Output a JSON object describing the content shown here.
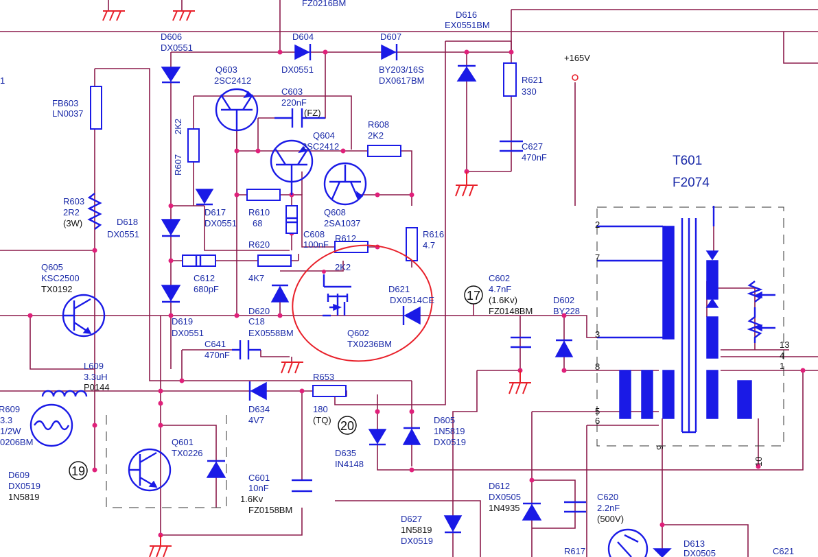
{
  "components": {
    "fz0216bm": "FZ0216BM",
    "d616": {
      "ref": "D616",
      "part": "EX0551BM"
    },
    "d606": {
      "ref": "D606",
      "part": "DX0551"
    },
    "d604": {
      "ref": "D604",
      "part": "DX0551"
    },
    "d607": {
      "ref": "D607",
      "value": "BY203/16S",
      "part": "DX0617BM"
    },
    "supply": "+165V",
    "q603": {
      "ref": "Q603",
      "part": "2SC2412"
    },
    "c603": {
      "ref": "C603",
      "value": "220nF",
      "note": "(FZ)"
    },
    "r621": {
      "ref": "R621",
      "value": "330"
    },
    "fb603": {
      "ref": "FB603",
      "part": "LN0037"
    },
    "q604": {
      "ref": "Q604",
      "part": "2SC2412"
    },
    "r608": {
      "ref": "R608",
      "value": "2K2"
    },
    "c627": {
      "ref": "C627",
      "value": "470nF"
    },
    "t601": {
      "ref": "T601",
      "part": "F2074"
    },
    "r607": {
      "ref": "R607",
      "value": "2K2"
    },
    "r603": {
      "ref": "R603",
      "value": "2R2",
      "note": "(3W)"
    },
    "d617": {
      "ref": "D617",
      "part": "DX0551"
    },
    "r610": {
      "ref": "R610",
      "value": "68"
    },
    "q608": {
      "ref": "Q608",
      "part": "2SA1037"
    },
    "d618": {
      "ref": "D618",
      "part": "DX0551"
    },
    "r616": {
      "ref": "R616",
      "value": "4.7"
    },
    "c608": {
      "ref": "C608",
      "value": "100nF"
    },
    "r620": {
      "ref": "R620",
      "value": "4K7"
    },
    "r612": {
      "ref": "R612",
      "value": "2K2"
    },
    "q605": {
      "ref": "Q605",
      "value": "KSC2500",
      "part": "TX0192"
    },
    "c612": {
      "ref": "C612",
      "value": "680pF"
    },
    "c602": {
      "ref": "C602",
      "value": "4.7nF",
      "note": "(1.6Kv)",
      "part": "FZ0148BM"
    },
    "d621": {
      "ref": "D621",
      "part": "DX0514CE"
    },
    "d602": {
      "ref": "D602",
      "value": "BY228"
    },
    "d620": {
      "ref": "D620"
    },
    "c18": {
      "ref": "C18",
      "part": "EX0558BM"
    },
    "d619": {
      "ref": "D619",
      "part": "DX0551"
    },
    "q602": {
      "ref": "Q602",
      "part": "TX0236BM"
    },
    "c641": {
      "ref": "C641",
      "value": "470nF"
    },
    "l609": {
      "ref": "L609",
      "value": "3.3uH",
      "part": "P0144"
    },
    "r653": {
      "ref": "R653",
      "value": "180",
      "note": "(TQ)"
    },
    "r609": {
      "ref": "R609",
      "value": "3.3",
      "note": "1/2W",
      "part": "0206BM"
    },
    "d634": {
      "ref": "D634",
      "value": "4V7"
    },
    "d605": {
      "ref": "D605",
      "value": "1N5819",
      "part": "DX0519"
    },
    "q601": {
      "ref": "Q601",
      "part": "TX0226"
    },
    "d635": {
      "ref": "D635",
      "value": "IN4148"
    },
    "d609": {
      "ref": "D609",
      "part": "DX0519",
      "value": "1N5819"
    },
    "c601": {
      "ref": "C601",
      "value": "10nF",
      "note": "1.6Kv",
      "part": "FZ0158BM"
    },
    "d612": {
      "ref": "D612",
      "part": "DX0505",
      "value": "1N4935"
    },
    "c620": {
      "ref": "C620",
      "value": "2.2nF",
      "note": "(500V)"
    },
    "d627": {
      "ref": "D627",
      "value": "1N5819",
      "part": "DX0519"
    },
    "r617": {
      "ref": "R617"
    },
    "d613": {
      "ref": "D613",
      "part": "DX0505"
    },
    "c621": {
      "ref": "C621"
    }
  },
  "test_points": [
    "17",
    "19",
    "20"
  ],
  "pins": [
    "2",
    "7",
    "3",
    "8",
    "5",
    "6",
    "9",
    "10",
    "13",
    "4",
    "1"
  ],
  "partial_labels": {
    "left_top": "1"
  },
  "colors": {
    "wire": "#8b1a4a",
    "component": "#1a1ae6",
    "ground": "#e8202a",
    "highlight": "#e8202a",
    "label": "#1a2aa8",
    "junction": "#e0207a"
  }
}
